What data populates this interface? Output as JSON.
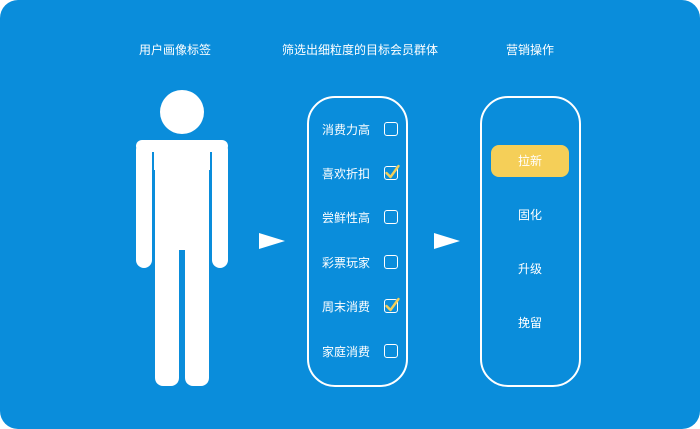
{
  "headings": {
    "user_profile": "用户画像标签",
    "filter_group": "筛选出细粒度的目标会员群体",
    "marketing_ops": "营销操作"
  },
  "tags": [
    {
      "label": "消费力高",
      "checked": false
    },
    {
      "label": "喜欢折扣",
      "checked": true
    },
    {
      "label": "尝鲜性高",
      "checked": false
    },
    {
      "label": "彩票玩家",
      "checked": false
    },
    {
      "label": "周末消费",
      "checked": true
    },
    {
      "label": "家庭消费",
      "checked": false
    }
  ],
  "operations": [
    {
      "label": "拉新",
      "selected": true
    },
    {
      "label": "固化",
      "selected": false
    },
    {
      "label": "升级",
      "selected": false
    },
    {
      "label": "挽留",
      "selected": false
    }
  ],
  "colors": {
    "background": "#0a8ddb",
    "foreground": "#ffffff",
    "highlight": "#f5cf58"
  },
  "icons": {
    "person": "person-icon",
    "arrow": "arrow-right-icon",
    "check": "check-icon"
  }
}
